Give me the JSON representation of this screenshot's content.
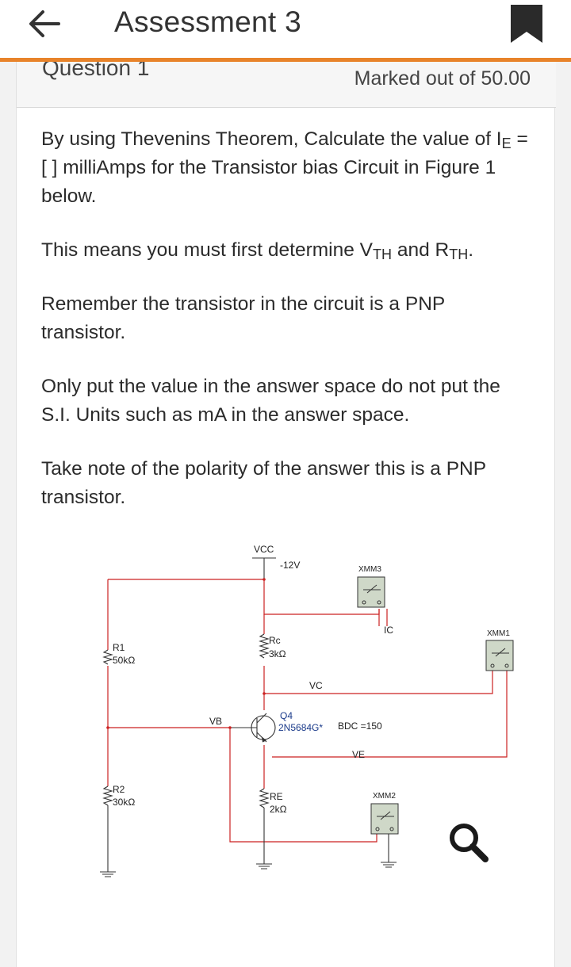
{
  "header": {
    "title": "Assessment 3"
  },
  "question": {
    "number_label": "Question 1",
    "marks": "Marked out of 50.00",
    "p1_a": "By using Thevenins Theorem, Calculate the value of I",
    "p1_sub": "E",
    "p1_b": " = [ ] milliAmps for the Transistor bias Circuit in Figure 1 below.",
    "p2_a": "This means you must first determine V",
    "p2_sub1": "TH",
    "p2_b": " and R",
    "p2_sub2": "TH",
    "p2_c": ".",
    "p3": "Remember the transistor in the circuit is a PNP transistor.",
    "p4": "Only put the value in the answer space do not put the S.I. Units such as mA in the answer space.",
    "p5": "Take note of the polarity of the answer this is a PNP transistor."
  },
  "circuit": {
    "vcc": "VCC",
    "vcc_value": "-12V",
    "xmm3": "XMM3",
    "xmm1": "XMM1",
    "xmm2": "XMM2",
    "ic": "IC",
    "rc": "Rc",
    "rc_value": "3kΩ",
    "r1": "R1",
    "r1_value": "50kΩ",
    "vc": "VC",
    "vb": "VB",
    "q4": "Q4",
    "q4_part": "2N5684G*",
    "beta": "BDC =150",
    "ve": "VE",
    "r2": "R2",
    "r2_value": "30kΩ",
    "re": "RE",
    "re_value": "2kΩ"
  },
  "colors": {
    "accent": "#e8832a",
    "wire": "#cc2222"
  }
}
